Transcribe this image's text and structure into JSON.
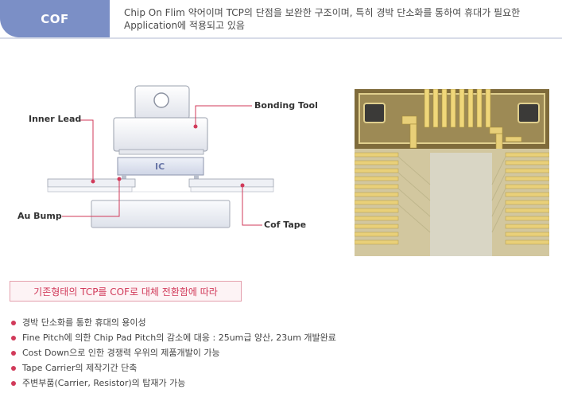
{
  "header": {
    "tag": "COF",
    "description_line1": "Chip On Flim 약어이며 TCP의 단점을 보완한 구조이며, 특히 경박 단소화를 통하여 휴대가 필요한",
    "description_line2": "Application에 적용되고 있음"
  },
  "diagram": {
    "labels": {
      "inner_lead": "Inner Lead",
      "bonding_tool": "Bonding Tool",
      "au_bump": "Au Bump",
      "cof_tape": "Cof Tape",
      "ic": "IC"
    },
    "accent_color": "#d13a5a"
  },
  "section": {
    "title": "기존형태의 TCP를 COF로 대체 전환함에 따라",
    "bullets": [
      "경박 단소화를 통한 휴대의 용이성",
      "Fine Pitch에 의한 Chip Pad Pitch의 감소에 대응 : 25um급 양산, 23um 개발완료",
      "Cost Down으로 인한 경쟁력 우위의 제품개발이 가능",
      "Tape Carrier의 제작기간 단축",
      "주변부품(Carrier, Resistor)의 탑재가 가능"
    ]
  }
}
